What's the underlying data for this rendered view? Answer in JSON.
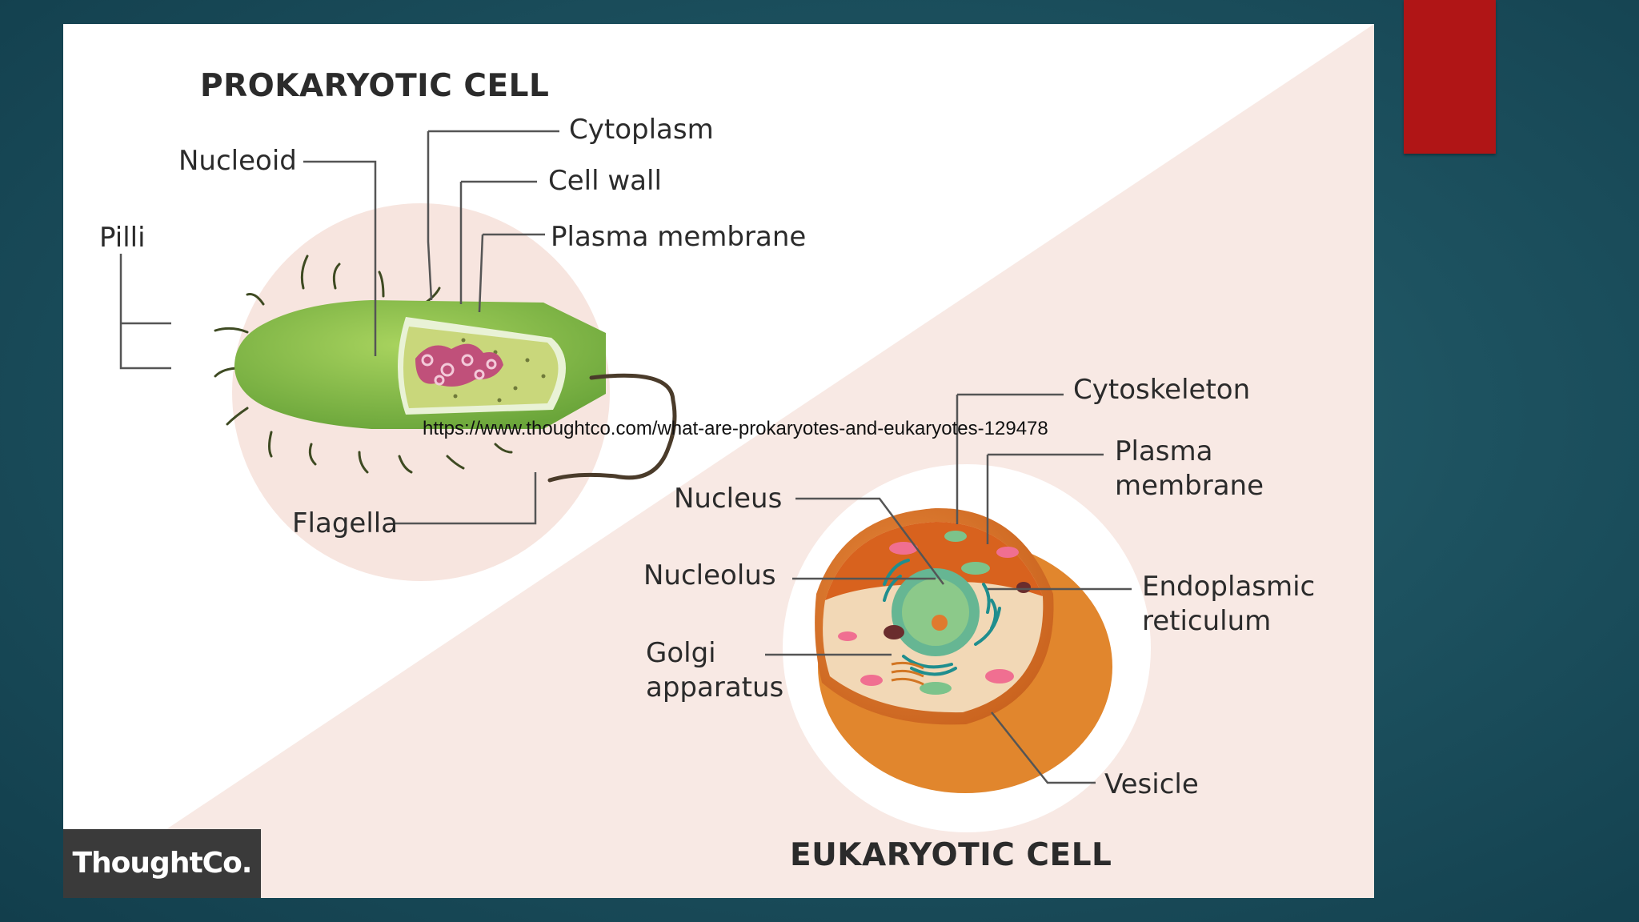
{
  "prokaryote": {
    "title": "PROKARYOTIC CELL",
    "labels": {
      "cytoplasm": "Cytoplasm",
      "nucleoid": "Nucleoid",
      "cell_wall": "Cell wall",
      "pilli": "Pilli",
      "plasma_membrane": "Plasma membrane",
      "flagella": "Flagella"
    }
  },
  "eukaryote": {
    "title": "EUKARYOTIC CELL",
    "labels": {
      "cytoskeleton": "Cytoskeleton",
      "plasma_membrane": "Plasma\nmembrane",
      "nucleus": "Nucleus",
      "nucleolus": "Nucleolus",
      "endoplasmic_reticulum": "Endoplasmic\nreticulum",
      "golgi": "Golgi\napparatus",
      "vesicle": "Vesicle"
    }
  },
  "logo": "ThoughtCo.",
  "source_url": "https://www.thoughtco.com/what-are-prokaryotes-and-eukaryotes-129478",
  "colors": {
    "slide_background": "#1d5260",
    "accent_tab": "#b01516",
    "figure_background": "#ffffff",
    "triangle": "#f8e9e4",
    "prokaryote_body": "#8cc152",
    "eukaryote_body": "#e07a2e",
    "nucleus": "#8cc98a",
    "leader_lines": "#555555"
  }
}
